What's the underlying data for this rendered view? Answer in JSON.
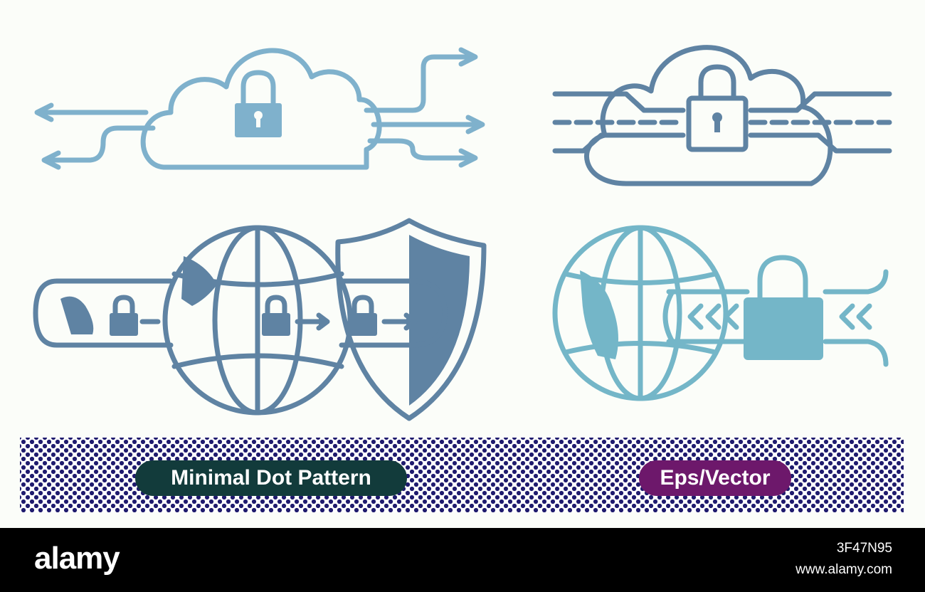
{
  "labels": {
    "pattern_label": "Minimal Dot Pattern",
    "format_label": "Eps/Vector"
  },
  "footer": {
    "brand": "alamy",
    "image_id": "3F47N95",
    "site": "www.alamy.com"
  },
  "colors": {
    "icon_light_blue": "#7fb1cc",
    "icon_steel_blue": "#5f83a3",
    "icon_teal": "#74b6c8",
    "dot_navy": "#1f1b6e",
    "pill_dark_green": "#123b3b",
    "pill_purple": "#6d186b",
    "footer_black": "#000000"
  },
  "icons": [
    "cloud-lock-arrows-icon",
    "cloud-lock-circuit-icon",
    "globe-shield-lock-tunnel-icon",
    "globe-lock-tunnel-icon",
    "lock-icon",
    "globe-icon",
    "shield-icon",
    "arrow-icon"
  ]
}
